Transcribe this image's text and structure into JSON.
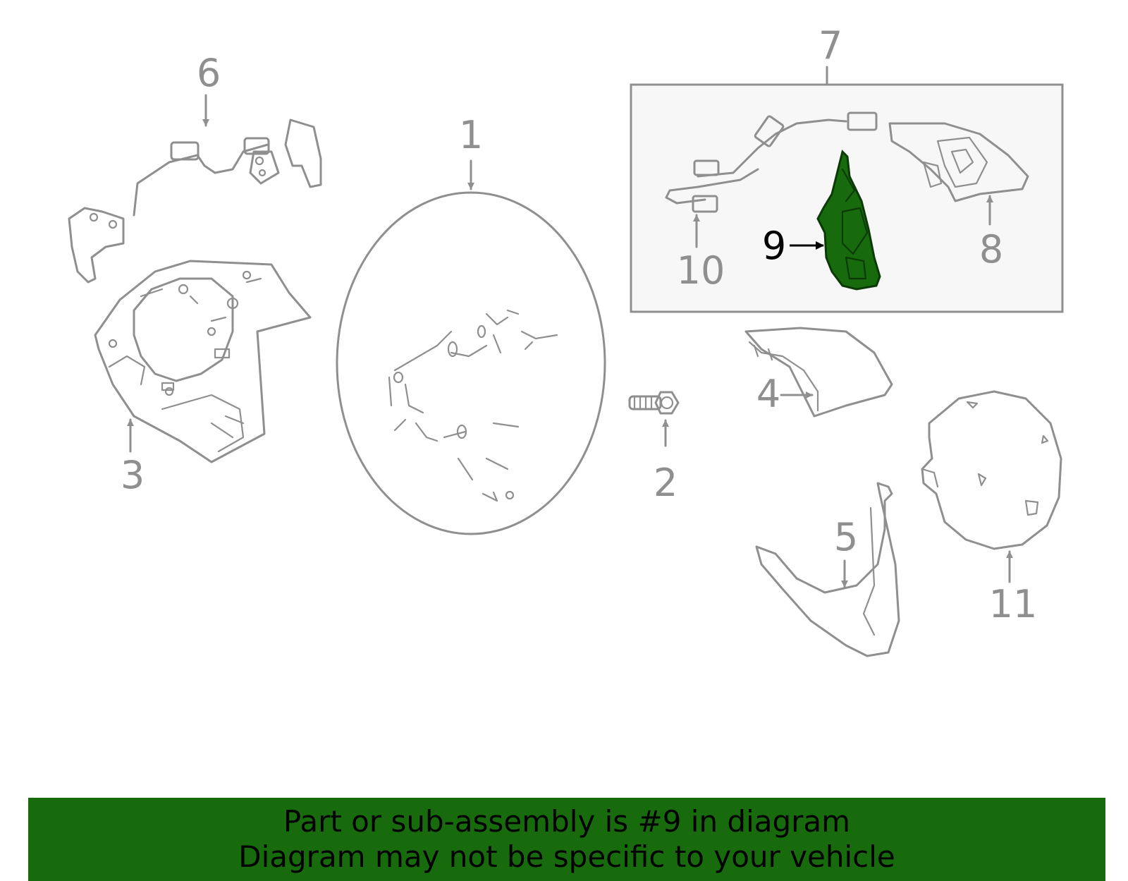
{
  "diagram": {
    "callouts": [
      "1",
      "2",
      "3",
      "4",
      "5",
      "6",
      "7",
      "8",
      "9",
      "10",
      "11"
    ],
    "highlighted_part": "9",
    "highlight_color": "#176b0d",
    "line_color": "#8f8f8f"
  },
  "banner": {
    "line1": "Part or sub-assembly is #9 in diagram",
    "line2": "Diagram may not be specific to your vehicle",
    "background": "#176b0d"
  }
}
